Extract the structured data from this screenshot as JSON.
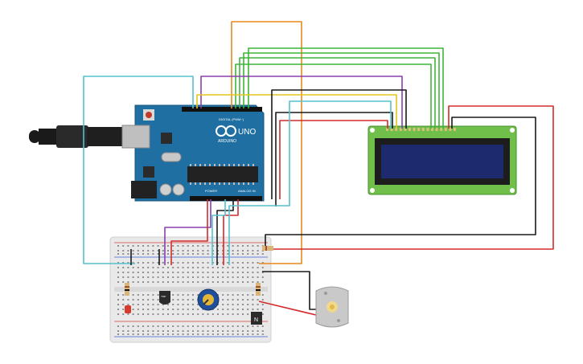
{
  "arduino": {
    "brand_label": "ARDUINO",
    "model_label": "UNO",
    "digital_label": "DIGITAL (PWM~)",
    "analog_label": "ANALOG IN",
    "power_label": "POWER",
    "chip_label": "TMP"
  },
  "breadboard": {
    "transistor_label": "N"
  },
  "colors": {
    "wire_cyan": "#55c1cf",
    "wire_orange": "#e8881a",
    "wire_green": "#3fb53a",
    "wire_purple": "#8a3fae",
    "wire_yellow": "#e3c520",
    "wire_black": "#1a1a1a",
    "wire_red": "#d32b2b",
    "arduino_blue": "#1f6fa3",
    "lcd_green": "#6fbf4a",
    "lcd_screen": "#1e2a6e"
  }
}
